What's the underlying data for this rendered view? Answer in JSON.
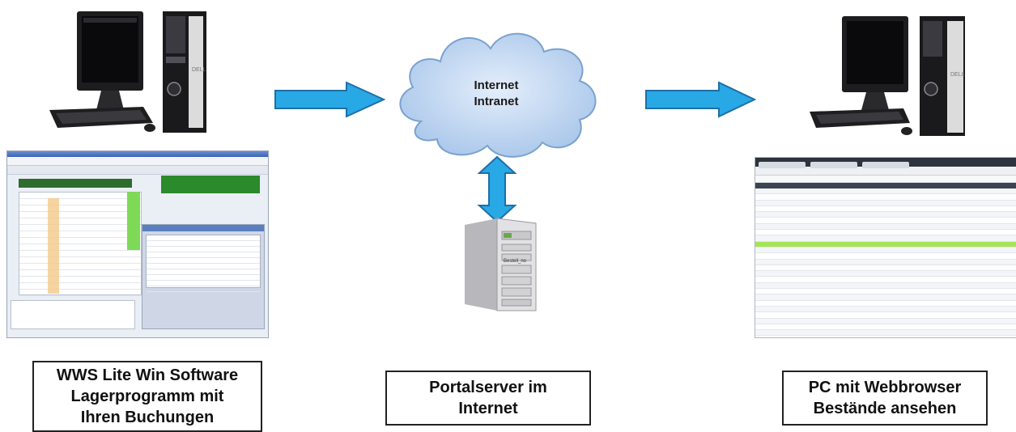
{
  "diagram": {
    "cloud": {
      "line1": "Internet",
      "line2": "Intranet"
    },
    "labels": {
      "left": "WWS Lite Win Software\nLagerprogramm mit\nIhren Buchungen",
      "middle": "Portalserver im\nInternet",
      "right": "PC mit Webbrowser\nBestände ansehen"
    },
    "server_label": "Bestell_no",
    "monitor_brand": "DELL",
    "colors": {
      "arrow_fill": "#29a8e6",
      "arrow_stroke": "#1d6fa8",
      "cloud_fill": "#b9d3f0",
      "cloud_stroke": "#7aa2cf",
      "highlight_row": "#a6e35a"
    },
    "icons": [
      "desktop-computer-icon",
      "cloud-icon",
      "server-tower-icon",
      "arrow-right-icon",
      "arrow-updown-icon"
    ]
  }
}
